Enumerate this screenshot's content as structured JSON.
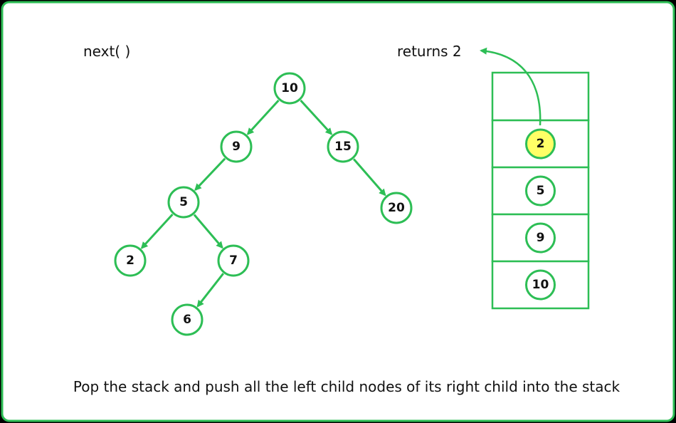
{
  "operation_label": "next( )",
  "return_label": "returns  2",
  "caption": "Pop the stack and push all the left child nodes of its right child into the stack",
  "colors": {
    "accent": "#2DBE55",
    "highlight": "#FFFF66",
    "background": "#FFFFFF",
    "text": "#111111"
  },
  "tree": {
    "nodes": [
      {
        "id": "n10",
        "label": "10"
      },
      {
        "id": "n9",
        "label": "9"
      },
      {
        "id": "n15",
        "label": "15"
      },
      {
        "id": "n5",
        "label": "5"
      },
      {
        "id": "n20",
        "label": "20"
      },
      {
        "id": "n2",
        "label": "2"
      },
      {
        "id": "n7",
        "label": "7"
      },
      {
        "id": "n6",
        "label": "6"
      }
    ],
    "edges": [
      [
        "n10",
        "n9"
      ],
      [
        "n10",
        "n15"
      ],
      [
        "n9",
        "n5"
      ],
      [
        "n15",
        "n20"
      ],
      [
        "n5",
        "n2"
      ],
      [
        "n5",
        "n7"
      ],
      [
        "n7",
        "n6"
      ]
    ]
  },
  "stack": {
    "cells": [
      "",
      "2",
      "5",
      "9",
      "10"
    ],
    "popped_index": 1
  }
}
